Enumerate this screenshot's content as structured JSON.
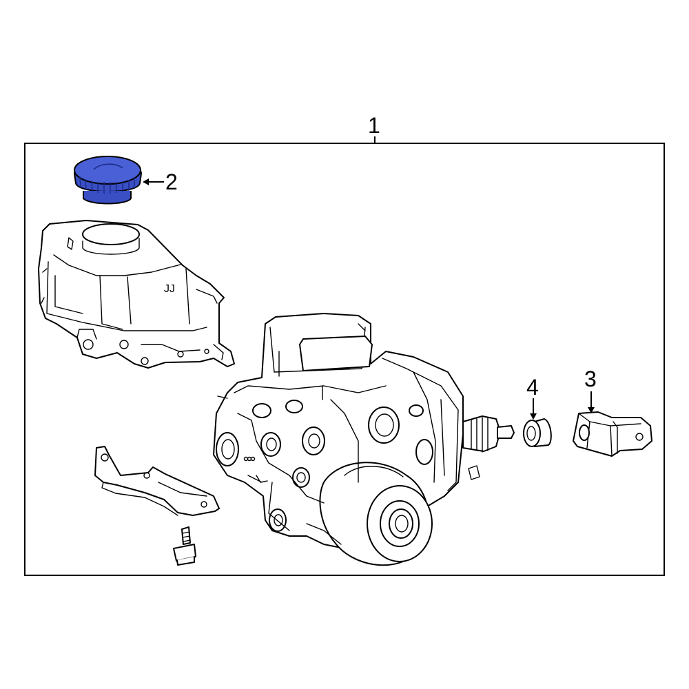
{
  "callouts": {
    "assembly": "1",
    "reservoir_cap": "2",
    "bracket": "3",
    "grommet": "4"
  },
  "colors": {
    "highlight": "#3a4fc4",
    "highlight_dark": "#1c2a8a",
    "line": "#000000",
    "background": "#ffffff"
  }
}
